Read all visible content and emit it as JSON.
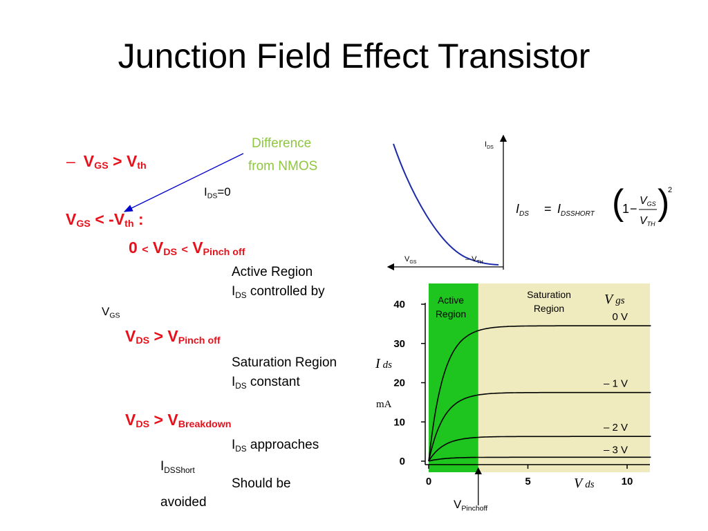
{
  "slide": {
    "title": "Junction Field Effect Transistor",
    "annotation": {
      "line1": "Difference",
      "line2": "from NMOS",
      "color": "#8ec63f"
    },
    "left": {
      "dash": "–",
      "cond1": {
        "v": "V",
        "gs": "GS",
        "gt": ">",
        "v2": "V",
        "th": "th"
      },
      "ids_zero": {
        "i": "I",
        "ds": "DS",
        "eq": "=0"
      },
      "cond2": {
        "v": "V",
        "gs": "GS",
        "lt": "<",
        "neg": "-V",
        "th": "th",
        "colon": ":"
      },
      "cond3": {
        "zero": "0",
        "lt1": "<",
        "v": "V",
        "ds": "DS",
        "lt2": "<",
        "v2": "V",
        "pinch": "Pinch off"
      },
      "active": {
        "line1": "Active Region",
        "i": "I",
        "ds": "DS",
        "tail": " controlled by",
        "v": "V",
        "gs": "GS"
      },
      "cond4": {
        "v": "V",
        "ds": "DS",
        "gt": ">",
        "v2": "V",
        "pinch": "Pinch off"
      },
      "saturation": {
        "line1": "Saturation Region",
        "i": "I",
        "ds": "DS",
        "tail": " constant"
      },
      "cond5": {
        "v": "V",
        "ds": "DS",
        "gt": ">",
        "v2": "V",
        "bd": "Breakdown"
      },
      "breakdown": {
        "i": "I",
        "ds": "DS",
        "tail": " approaches",
        "i2": "I",
        "dsshort": "DSShort",
        "line3": "Should be",
        "line4": "avoided"
      }
    },
    "formula": {
      "lhs_i": "I",
      "lhs_sub": "DS",
      "eq": "=",
      "rhs_i": "I",
      "rhs_sub": "DSSHORT",
      "one": "1",
      "minus": "−",
      "num_v": "V",
      "num_sub": "GS",
      "den_v": "V",
      "den_sub": "TH",
      "exp": "2"
    },
    "transfer_plot": {
      "y_label": "I",
      "y_sub": "DS",
      "x_label": "V",
      "x_sub": "GS",
      "marker": "– V",
      "marker_sub": "TH",
      "curve_color": "#1a2aa8"
    },
    "output_plot": {
      "region_active": {
        "line1": "Active",
        "line2": "Region",
        "color": "#1ec51e"
      },
      "region_sat": {
        "line1": "Saturation",
        "line2": "Region",
        "color": "#efebbe"
      },
      "vgs_label": "V",
      "vgs_sub": "gs",
      "ids_label": "I",
      "ids_sub": "ds",
      "ma_label": "mA",
      "vds_label": "V",
      "vds_sub": "ds",
      "pinch_label": "V",
      "pinch_sub": "Pinchoff",
      "curves": [
        {
          "label": "0 V",
          "sat": 34.5
        },
        {
          "label": "– 1 V",
          "sat": 17.5
        },
        {
          "label": "– 2 V",
          "sat": 6.3
        },
        {
          "label": "– 3 V",
          "sat": 1.0
        }
      ],
      "y_ticks": [
        "0",
        "10",
        "20",
        "30",
        "40"
      ],
      "y_tick_values": [
        0,
        10,
        20,
        30,
        40
      ],
      "x_ticks": [
        "0",
        "5",
        "10"
      ],
      "x_tick_values": [
        0,
        5,
        10
      ],
      "x_range": [
        0,
        11.2
      ],
      "y_range": [
        0,
        40
      ],
      "pinch_vds": 2.5
    }
  }
}
